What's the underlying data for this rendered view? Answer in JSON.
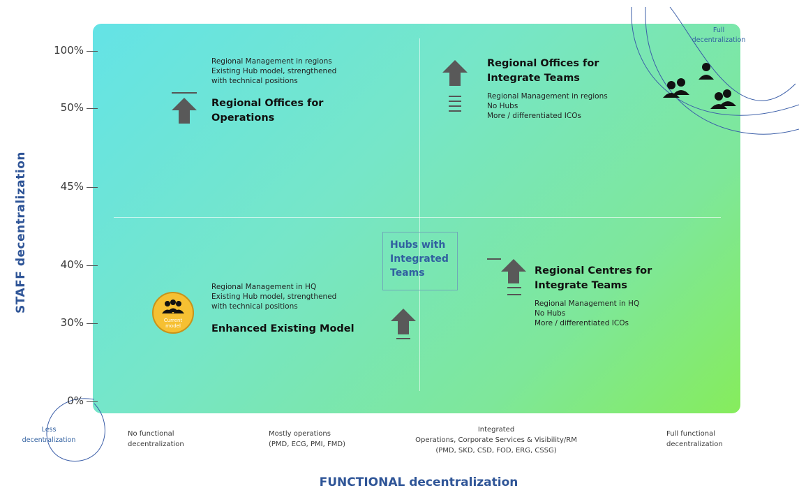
{
  "axes": {
    "y_label": "STAFF decentralization",
    "x_label": "FUNCTIONAL decentralization",
    "y_ticks": [
      "100%",
      "50%",
      "45%",
      "40%",
      "30%",
      "0%"
    ],
    "x_categories": [
      {
        "line1": "No functional",
        "line2": "decentralization",
        "line3": ""
      },
      {
        "line1": "Mostly operations",
        "line2": "(PMD, ECG, PMI, FMD)",
        "line3": ""
      },
      {
        "line1": "Integrated",
        "line2": "Operations, Corporate Services & Visibility/RM",
        "line3": "(PMD, SKD, CSD, FOD, ERG, CSSG)"
      },
      {
        "line1": "Full functional",
        "line2": "decentralization",
        "line3": ""
      }
    ]
  },
  "corners": {
    "full": {
      "line1": "Full",
      "line2": "decentralization"
    },
    "less": {
      "line1": "Less",
      "line2": "decentralization"
    }
  },
  "models": {
    "top_left": {
      "lines": [
        "Regional Management in regions",
        "Existing Hub model, strengthened",
        "with technical positions"
      ],
      "title1": "Regional Offices for",
      "title2": "Operations"
    },
    "top_right": {
      "title1": "Regional Offices for",
      "title2": "Integrate Teams",
      "lines": [
        "Regional Management in regions",
        "No Hubs",
        "More / differentiated ICOs"
      ]
    },
    "bottom_left": {
      "lines": [
        "Regional Management in HQ",
        "Existing Hub model, strengthened",
        "with technical positions"
      ],
      "title": "Enhanced Existing Model"
    },
    "bottom_right": {
      "title1": "Regional Centres for",
      "title2": "Integrate Teams",
      "lines": [
        "Regional Management in HQ",
        "No Hubs",
        "More / differentiated ICOs"
      ]
    },
    "hubs": {
      "line1": "Hubs with",
      "line2": "Integrated",
      "line3": "Teams"
    },
    "current": {
      "line1": "Current",
      "line2": "model"
    }
  },
  "colors": {
    "axis_label": "#2f5597",
    "arrow": "#595959",
    "current_badge": "#f6c032"
  }
}
